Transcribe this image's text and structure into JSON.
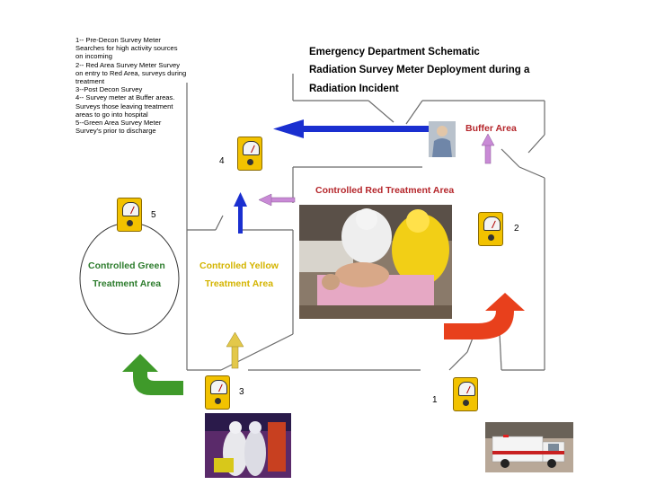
{
  "legend": {
    "items": [
      "1-- Pre-Decon Survey Meter Searches for high activity sources on incoming",
      "2-- Red Area Survey Meter Survey on entry to Red Area, surveys during treatment",
      "3--Post Decon Survey",
      "4-- Survey meter at Buffer areas. Surveys those leaving treatment areas to go into hospital",
      "5--Green Area Survey Meter Survey's prior to discharge"
    ]
  },
  "title": {
    "line1": "Emergency Department Schematic",
    "line2": "Radiation Survey Meter Deployment during a",
    "line3": "Radiation Incident"
  },
  "zones": {
    "buffer": "Buffer Area",
    "red": "Controlled Red Treatment Area",
    "green_line1": "Controlled Green",
    "green_line2": "Treatment Area",
    "yellow_line1": "Controlled Yellow",
    "yellow_line2": "Treatment Area"
  },
  "meters": {
    "m1": "1",
    "m2": "2",
    "m3": "3",
    "m4": "4",
    "m5": "5"
  },
  "colors": {
    "red_label": "#b5262b",
    "yellow_label": "#d4b400",
    "green_label": "#2e7d2e",
    "blue_arrow": "#1a2fd0",
    "pink_arrow": "#c98ad6",
    "red_arrow": "#e8401c",
    "green_arrow": "#3f9a2a",
    "yellow_arrow": "#e3c84a"
  }
}
